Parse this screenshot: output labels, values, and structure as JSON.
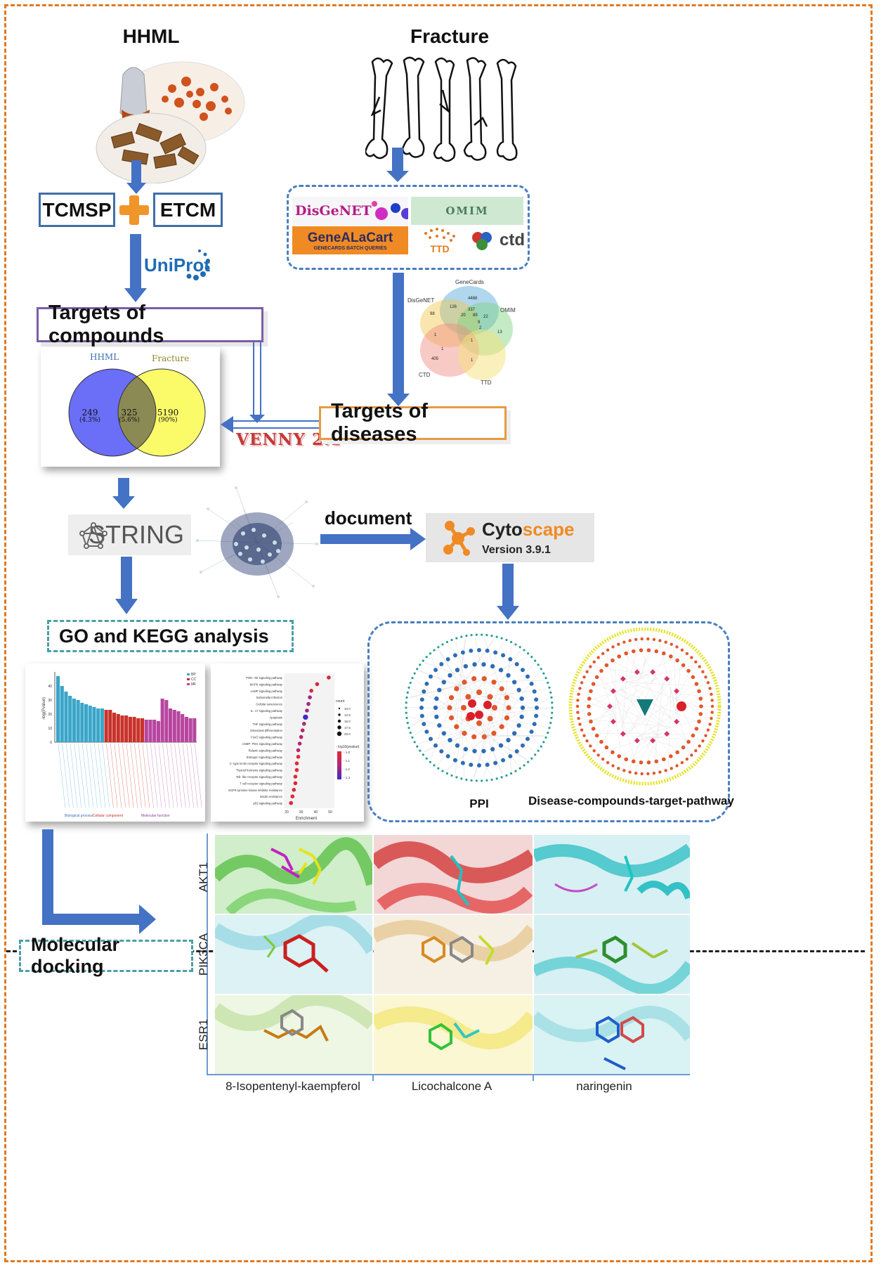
{
  "top": {
    "herb_title": "HHML",
    "disease_title": "Fracture"
  },
  "compound_dbs": {
    "left": "TCMSP",
    "right": "ETCM",
    "uniprot": "UniProt"
  },
  "disease_dbs": {
    "disgenet": "DisGeNET",
    "omim": "OMIM",
    "genealacart": "GeneALaCart",
    "genealacart_sub": "GENECARDS BATCH QUERIES",
    "ttd": "TTD",
    "ctd": "ctd"
  },
  "venn5": {
    "labels": [
      "GeneCards",
      "DisGeNET",
      "OMIM",
      "CTD",
      "TTD"
    ],
    "numbers": [
      "4468",
      "126",
      "337",
      "98",
      "20",
      "89",
      "22",
      "9",
      "13",
      "1",
      "2",
      "1",
      "1",
      "405",
      "1"
    ]
  },
  "compound_targets": "Targets of compounds",
  "disease_targets": "Targets of diseases",
  "venny": {
    "tool": "VENNY 2.1",
    "left_label": "HHML",
    "right_label": "Fracture",
    "left_count": "249",
    "left_pct": "(4.3%)",
    "mid_count": "325",
    "mid_pct": "(5.6%)",
    "right_count": "5190",
    "right_pct": "(90%)"
  },
  "string_label": "STRING",
  "arrow_label": "document",
  "cytoscape": {
    "name_a": "Cyto",
    "name_b": "scape",
    "version": "Version 3.9.1"
  },
  "go_kegg": "GO and KEGG analysis",
  "bar_chart": {
    "ylabel": "-log(Pvalue)",
    "legend": [
      "BP",
      "CC",
      "MF"
    ],
    "categories": [
      "Biological process",
      "Cellular component",
      "Molecular function"
    ],
    "colors": [
      "#3aa6c9",
      "#c8322a",
      "#b7459f"
    ],
    "values": [
      47,
      40,
      36,
      33,
      31,
      30,
      28,
      27,
      26,
      25,
      24,
      24,
      23,
      23,
      21,
      20,
      19,
      19,
      18,
      18,
      17,
      17,
      16,
      16,
      16,
      15,
      31,
      30,
      24,
      23,
      22,
      20,
      18,
      17,
      17
    ]
  },
  "dot_chart": {
    "xlabel": "Enrichment",
    "pathways": [
      "PI3K- Akt signaling pathway",
      "MAPK signaling pathway",
      "cAMP signaling pathway",
      "Salmonella infection",
      "Cellular senescence",
      "IL- 17 signaling pathway",
      "Apoptosis",
      "TNF signaling pathway",
      "Osteoclast differentiation",
      "FoxO signaling pathway",
      "cGMP- PKG signaling pathway",
      "Relaxin signaling pathway",
      "Estrogen signaling pathway",
      "C- type lectin receptor signaling pathway",
      "Thyroid hormone signaling pathway",
      "Toll- like receptor signaling pathway",
      "T cell receptor signaling pathway",
      "EGFR tyrosine kinase inhibitor resistance",
      "Insulin resistance",
      "p53 signaling pathway"
    ],
    "enrichment": [
      49,
      41,
      37,
      36,
      35,
      34,
      33,
      32,
      31,
      30,
      29,
      28,
      28,
      27,
      27,
      26,
      26,
      25,
      24,
      23
    ],
    "xticks": [
      "20",
      "30",
      "40",
      "50"
    ],
    "count_title": "count",
    "count_levels": [
      "10.0",
      "12.5",
      "15.0",
      "17.5",
      "20.0"
    ],
    "color_title": "- log10(pvalue)",
    "color_levels": [
      "- 1.0",
      "- 1.1",
      "- 1.2",
      "- 1.3"
    ]
  },
  "networks": {
    "ppi": "PPI",
    "dctp": "Disease-compounds-target-pathway"
  },
  "docking": {
    "label": "Molecular docking",
    "rows": [
      "AKT1",
      "PIK3CA",
      "ESR1"
    ],
    "cols": [
      "8-Isopentenyl-kaempferol",
      "Licochalcone A",
      "naringenin"
    ]
  }
}
